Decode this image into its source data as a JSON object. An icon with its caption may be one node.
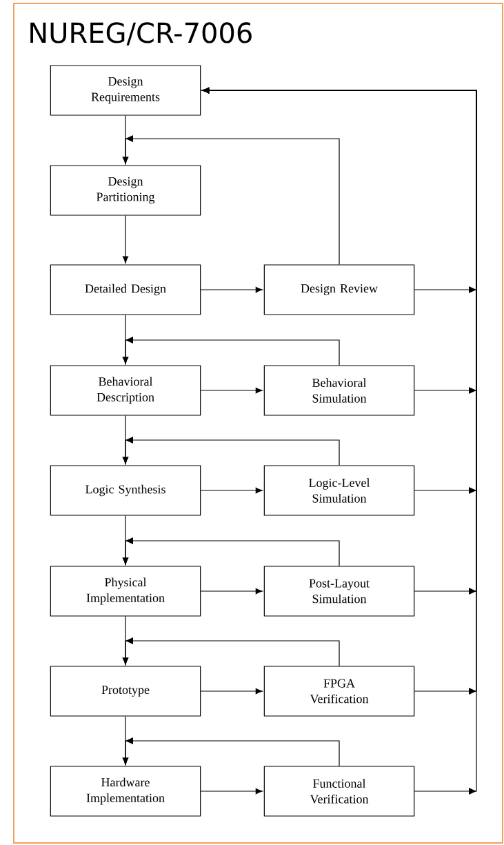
{
  "diagram": {
    "title": "NUREG/CR-7006",
    "nodes": [
      {
        "text": [
          "Design Requirements"
        ]
      },
      {
        "text": [
          "Design Partitioning"
        ]
      },
      {
        "text": [
          "Detailed Design"
        ]
      },
      {
        "text": [
          "Design Review"
        ]
      },
      {
        "text": [
          "Behavioral Description"
        ]
      },
      {
        "text": [
          "Behavioral Simulation"
        ]
      },
      {
        "text": [
          "Logic Synthesis"
        ]
      },
      {
        "text": [
          "Logic-Level Simulation"
        ]
      },
      {
        "text": [
          "Physical Implementation"
        ]
      },
      {
        "text": [
          "Post-Layout Simulation"
        ]
      },
      {
        "text": [
          "Prototype"
        ]
      },
      {
        "text": [
          "FPGA Verification"
        ]
      },
      {
        "text": [
          "Hardware Implementation"
        ]
      },
      {
        "text": [
          "Functional Verification"
        ]
      }
    ],
    "edges": [
      {
        "from": 0,
        "to": 1,
        "arrow": "to"
      },
      {
        "from": 1,
        "to": 2,
        "arrow": "to"
      },
      {
        "from": 2,
        "to": 3,
        "arrow": "to"
      },
      {
        "from": 3,
        "to": 1,
        "arrow": "to"
      },
      {
        "from": 2,
        "to": 4,
        "arrow": "to"
      },
      {
        "from": 4,
        "to": 5,
        "arrow": "to"
      },
      {
        "from": 5,
        "to": 4,
        "arrow": "to"
      },
      {
        "from": 4,
        "to": 6,
        "arrow": "to"
      },
      {
        "from": 6,
        "to": 7,
        "arrow": "to"
      },
      {
        "from": 7,
        "to": 6,
        "arrow": "to"
      },
      {
        "from": 6,
        "to": 8,
        "arrow": "to"
      },
      {
        "from": 8,
        "to": 9,
        "arrow": "to"
      },
      {
        "from": 9,
        "to": 8,
        "arrow": "to"
      },
      {
        "from": 8,
        "to": 10,
        "arrow": "to"
      },
      {
        "from": 10,
        "to": 11,
        "arrow": "to"
      },
      {
        "from": 11,
        "to": 10,
        "arrow": "to"
      },
      {
        "from": 10,
        "to": 12,
        "arrow": "to"
      },
      {
        "from": 12,
        "to": 13,
        "arrow": "to"
      },
      {
        "from": 13,
        "to": 12,
        "arrow": "to"
      },
      {
        "from": 3,
        "to": 0,
        "arrow": "to"
      },
      {
        "from": 5,
        "to": 0,
        "arrow": "to"
      },
      {
        "from": 7,
        "to": 0,
        "arrow": "to"
      },
      {
        "from": 9,
        "to": 0,
        "arrow": "to"
      },
      {
        "from": 11,
        "to": 0,
        "arrow": "to"
      },
      {
        "from": 13,
        "to": 0,
        "arrow": "to"
      }
    ]
  }
}
